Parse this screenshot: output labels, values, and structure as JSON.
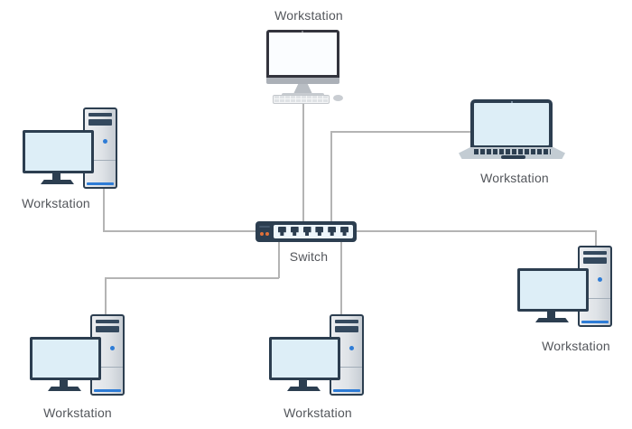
{
  "nodes": {
    "workstation_top": {
      "label": "Workstation",
      "type": "desktop-all-in-one"
    },
    "workstation_left": {
      "label": "Workstation",
      "type": "desktop-with-tower"
    },
    "workstation_laptop": {
      "label": "Workstation",
      "type": "laptop"
    },
    "workstation_right": {
      "label": "Workstation",
      "type": "desktop-with-tower"
    },
    "workstation_bottom_left": {
      "label": "Workstation",
      "type": "desktop-with-tower"
    },
    "workstation_bottom_center": {
      "label": "Workstation",
      "type": "desktop-with-tower"
    },
    "switch": {
      "label": "Switch",
      "type": "network-switch",
      "port_count": 6,
      "led_count": 2
    }
  },
  "edges": [
    {
      "from": "switch",
      "to": "workstation_top"
    },
    {
      "from": "switch",
      "to": "workstation_laptop"
    },
    {
      "from": "switch",
      "to": "workstation_left"
    },
    {
      "from": "switch",
      "to": "workstation_right"
    },
    {
      "from": "switch",
      "to": "workstation_bottom_left"
    },
    {
      "from": "switch",
      "to": "workstation_bottom_center"
    }
  ],
  "colors": {
    "background": "#ffffff",
    "device_outline_dark": "#2c3e50",
    "monitor_screen_fill": "#ddeef7",
    "imac_screen_fill": "#fbfdff",
    "tower_body_gray": "#dfe3e7",
    "power_button_blue": "#2e7cd6",
    "switch_led_orange": "#e0703a",
    "switch_port_panel": "#eef6fb",
    "connector_line_gray": "#b4b4b4",
    "label_text_gray": "#53565b"
  }
}
